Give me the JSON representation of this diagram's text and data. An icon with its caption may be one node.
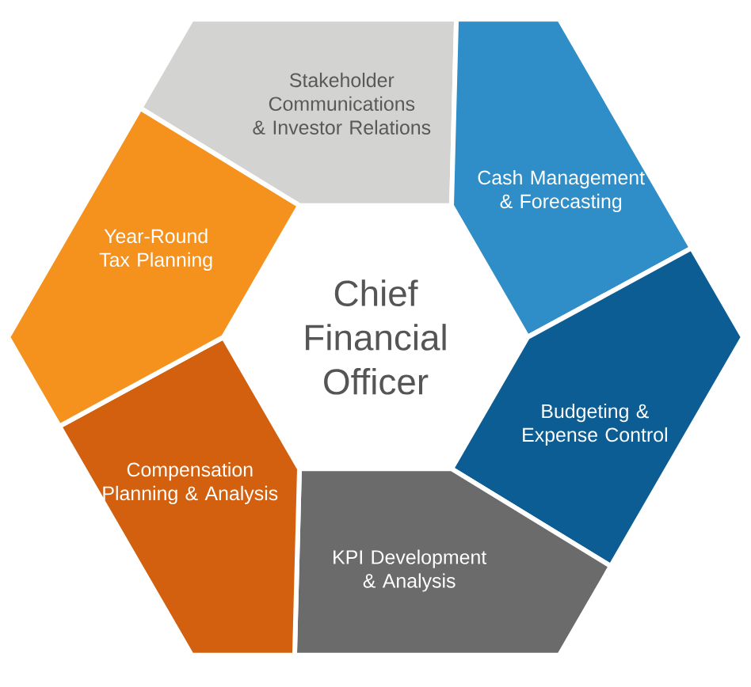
{
  "diagram": {
    "nodes": [
      {
        "text": [
          "Stakeholder Communications & Investor Relations"
        ]
      },
      {
        "text": [
          "Cash Management & Forecasting"
        ]
      },
      {
        "text": [
          "Budgeting & Expense Control"
        ]
      },
      {
        "text": [
          "KPI Development & Analysis"
        ]
      },
      {
        "text": [
          "Compensation Planning & Analysis"
        ]
      },
      {
        "text": [
          "Year-Round Tax Planning"
        ]
      },
      {
        "text": [
          "Chief Financial Officer"
        ]
      }
    ]
  }
}
